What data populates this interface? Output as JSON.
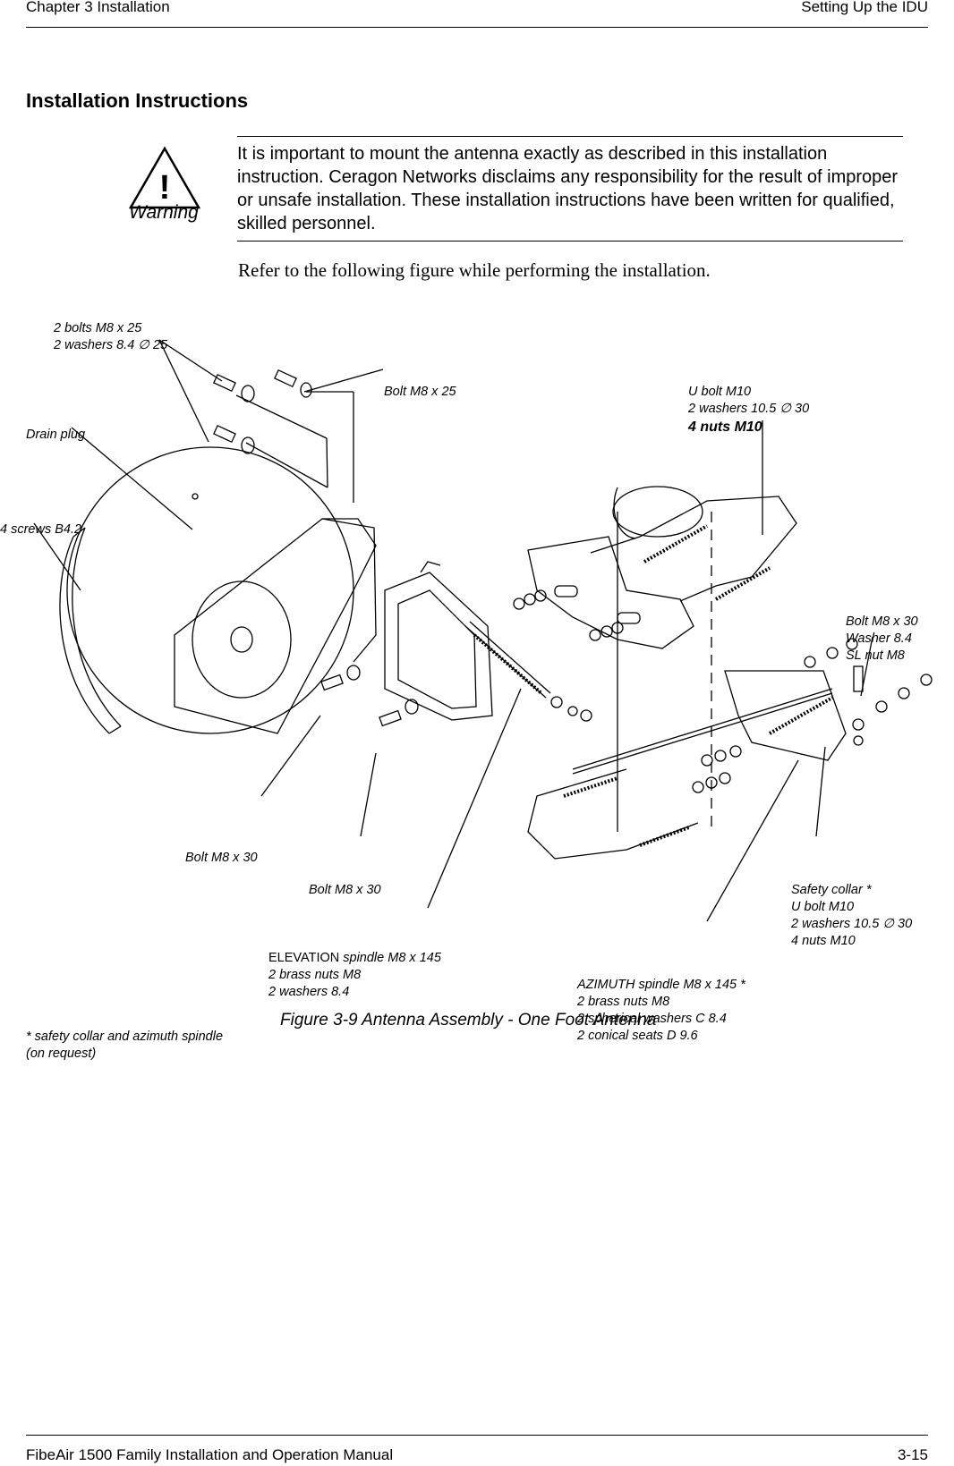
{
  "header": {
    "left": "Chapter 3  Installation",
    "right": "Setting Up the IDU"
  },
  "section_title": "Installation Instructions",
  "warning": {
    "icon": "warning-triangle-icon",
    "label": "Warning",
    "text": "It is important to mount the antenna exactly as described in this installation instruction. Ceragon Networks disclaims any responsibility for the result of improper or unsafe installation. These installation instructions have been written for qualified, skilled personnel."
  },
  "intro": "Refer to the following figure while performing the installation.",
  "figure": {
    "labels": {
      "bolts_washers": [
        "2 bolts M8 x 25",
        "2 washers 8.4 ∅ 25"
      ],
      "drain_plug": "Drain plug",
      "screws": "4 screws B4.2",
      "bolt_m8x25": "Bolt M8 x 25",
      "ubolt_top": [
        "U bolt M10",
        "2 washers 10.5 ∅ 30"
      ],
      "ubolt_top_nuts": "4 nuts M10",
      "bolt_washer_sl": [
        "Bolt M8 x 30",
        "Washer 8.4",
        "SL nut M8"
      ],
      "bolt_m8x30_a": "Bolt M8 x 30",
      "bolt_m8x30_b": "Bolt M8 x 30",
      "safety_collar": [
        "Safety collar *",
        "U bolt M10",
        "2 washers 10.5 ∅ 30",
        "4 nuts M10"
      ],
      "elevation_word": "ELEVATION",
      "elevation_rest": " spindle M8 x 145",
      "elevation_lines": [
        "2 brass nuts M8",
        "2 washers 8.4"
      ],
      "azimuth": [
        "AZIMUTH spindle M8 x 145 *",
        "2 brass nuts M8",
        "2 spherical washers C 8.4",
        "2 conical seats D 9.6"
      ],
      "footnote": [
        "* safety collar and azimuth spindle",
        "(on request)"
      ]
    },
    "caption": "Figure 3-9  Antenna Assembly - One Foot Antenna"
  },
  "footer": {
    "left": "FibeAir 1500 Family Installation and Operation Manual",
    "right": "3-15"
  }
}
